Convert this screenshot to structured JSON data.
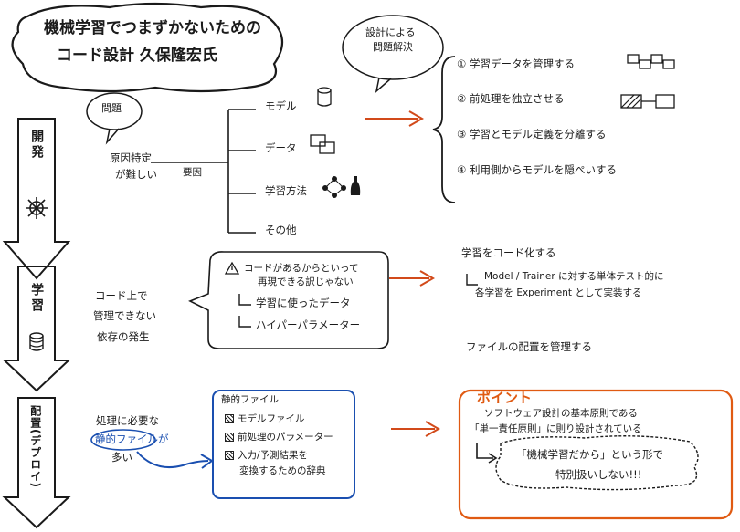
{
  "title": {
    "line1": "機械学習でつまずかないための",
    "line2": "コード設計 久保隆宏氏"
  },
  "design_bubble": {
    "line1": "設計による",
    "line2": "問題解決"
  },
  "problem_bubble": "問題",
  "phases": [
    "開発",
    "学習",
    "配置(デプロイ)"
  ],
  "dev": {
    "cause_line1": "原因特定",
    "cause_line2": "が難しい",
    "factor": "要因",
    "branches": [
      "モデル",
      "データ",
      "学習方法",
      "その他"
    ],
    "solutions": [
      {
        "num": "①",
        "text": "学習データを管理する"
      },
      {
        "num": "②",
        "text": "前処理を独立させる"
      },
      {
        "num": "③",
        "text": "学習とモデル定義を分離する"
      },
      {
        "num": "④",
        "text": "利用側からモデルを隠ぺいする"
      }
    ]
  },
  "training": {
    "left_lines": [
      "コード上で",
      "管理できない",
      "依存の発生"
    ],
    "bubble_warning_line1": "コードがあるからといって",
    "bubble_warning_line2": "再現できる訳じゃない",
    "bubble_items": [
      "学習に使ったデータ",
      "ハイパーパラメーター"
    ],
    "right_title": "学習をコード化する",
    "right_detail_line1": "Model / Trainer に対する単体テスト的に",
    "right_detail_line2": "各学習を Experiment として実装する"
  },
  "deploy": {
    "top_text": "ファイルの配置を管理する",
    "left_line1": "処理に必要な",
    "left_line2": "静的ファイルが",
    "left_line3": "多い",
    "static_box_title": "静的ファイル",
    "static_items": [
      "モデルファイル",
      "前処理のパラメーター",
      "入力/予測結果を",
      "変換するための辞典"
    ]
  },
  "point": {
    "label": "ポイント",
    "line1": "ソフトウェア設計の基本原則である",
    "line2": "「単一責任原則」に則り設計されている",
    "quote_line1": "「機械学習だから」という形で",
    "quote_line2": "特別扱いしない!!!"
  },
  "colors": {
    "ink": "#1a1a1a",
    "accent_red": "#e05a12",
    "accent_blue": "#1a4fb0",
    "arrow": "#d24a1a"
  }
}
